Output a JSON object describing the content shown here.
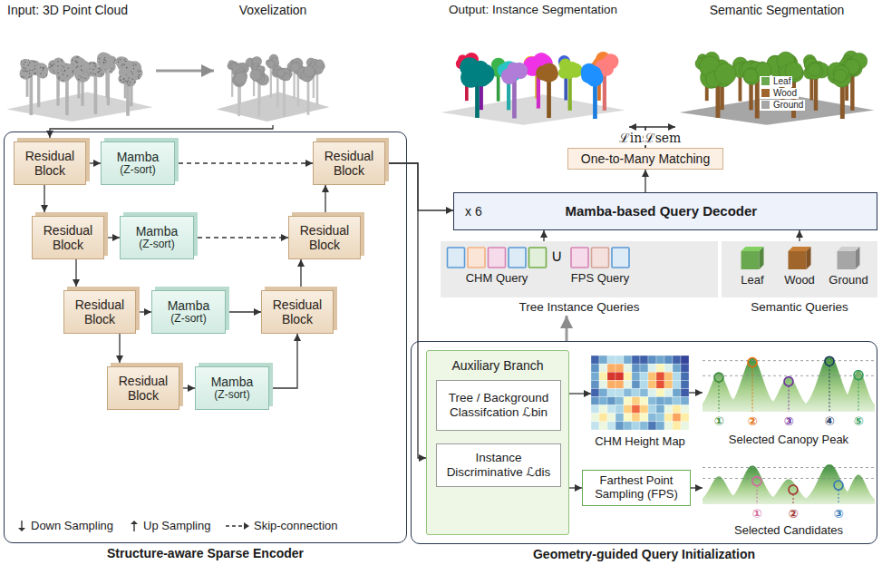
{
  "diagram": {
    "nodes": [
      {
        "text": [
          "Input: 3D Point Cloud"
        ]
      },
      {
        "text": [
          "Voxelization"
        ]
      },
      {
        "text": [
          "Output: Instance Segmentation"
        ]
      },
      {
        "text": [
          "Semantic Segmentation"
        ]
      },
      {
        "text": [
          "Structure-aware Sparse Encoder"
        ]
      },
      {
        "text": [
          "Residual Block"
        ],
        "in": 4
      },
      {
        "text": [
          "Mamba",
          "(Z-sort)"
        ],
        "in": 4
      },
      {
        "text": [
          "Residual Block"
        ],
        "in": 4
      },
      {
        "text": [
          "Residual Block"
        ],
        "in": 4
      },
      {
        "text": [
          "Mamba",
          "(Z-sort)"
        ],
        "in": 4
      },
      {
        "text": [
          "Residual Block"
        ],
        "in": 4
      },
      {
        "text": [
          "Residual Block"
        ],
        "in": 4
      },
      {
        "text": [
          "Mamba",
          "(Z-sort)"
        ],
        "in": 4
      },
      {
        "text": [
          "Residual Block"
        ],
        "in": 4
      },
      {
        "text": [
          "Residual Block"
        ],
        "in": 4
      },
      {
        "text": [
          "Mamba",
          "(Z-sort)"
        ],
        "in": 4
      },
      {
        "text": [
          "One-to-Many Matching"
        ]
      },
      {
        "text": [
          "x 6",
          "Mamba-based Query Decoder"
        ]
      },
      {
        "text": [
          "Tree Instance Queries"
        ]
      },
      {
        "text": [
          "CHM Query"
        ],
        "in": 18
      },
      {
        "text": [
          "FPS Query"
        ],
        "in": 18
      },
      {
        "text": [
          "Semantic Queries"
        ]
      },
      {
        "text": [
          "Leaf"
        ],
        "in": 21
      },
      {
        "text": [
          "Wood"
        ],
        "in": 21
      },
      {
        "text": [
          "Ground"
        ],
        "in": 21
      },
      {
        "text": [
          "Geometry-guided Query Initialization"
        ]
      },
      {
        "text": [
          "Auxiliary Branch"
        ],
        "in": 25
      },
      {
        "text": [
          "Tree / Background Classifcation ℒbin"
        ],
        "in": 26
      },
      {
        "text": [
          "Instance Discriminative ℒdis"
        ],
        "in": 26
      },
      {
        "text": [
          "CHM Height Map"
        ],
        "in": 25
      },
      {
        "text": [
          "Selected Canopy Peak"
        ],
        "in": 25
      },
      {
        "text": [
          "Farthest Point Sampling (FPS)"
        ],
        "in": 25
      },
      {
        "text": [
          "Selected Candidates"
        ],
        "in": 25
      }
    ],
    "edges": [
      {
        "from": 0,
        "to": 1,
        "arrow": "to"
      },
      {
        "from": 1,
        "to": 5,
        "arrow": "to"
      },
      {
        "from": 5,
        "to": 6,
        "arrow": "to"
      },
      {
        "from": 6,
        "to": 7,
        "arrow": "to"
      },
      {
        "from": 5,
        "to": 8,
        "arrow": "to"
      },
      {
        "from": 8,
        "to": 9,
        "arrow": "to"
      },
      {
        "from": 9,
        "to": 10,
        "arrow": "to"
      },
      {
        "from": 8,
        "to": 11,
        "arrow": "to"
      },
      {
        "from": 11,
        "to": 12,
        "arrow": "to"
      },
      {
        "from": 12,
        "to": 13,
        "arrow": "to"
      },
      {
        "from": 11,
        "to": 14,
        "arrow": "to"
      },
      {
        "from": 14,
        "to": 15,
        "arrow": "to"
      },
      {
        "from": 15,
        "to": 13,
        "arrow": "to"
      },
      {
        "from": 13,
        "to": 10,
        "arrow": "to"
      },
      {
        "from": 10,
        "to": 7,
        "arrow": "to"
      },
      {
        "from": 7,
        "to": 17,
        "arrow": "to"
      },
      {
        "from": 7,
        "to": 26,
        "arrow": "to"
      },
      {
        "from": 18,
        "to": 17,
        "arrow": "to"
      },
      {
        "from": 21,
        "to": 17,
        "arrow": "to"
      },
      {
        "from": 17,
        "to": 16,
        "arrow": "to"
      },
      {
        "from": 16,
        "to": 2,
        "label": "ℒins",
        "arrow": "to"
      },
      {
        "from": 16,
        "to": 3,
        "label": "ℒsem",
        "arrow": "to"
      },
      {
        "from": 25,
        "to": 18,
        "arrow": "to"
      },
      {
        "from": 26,
        "to": 29,
        "arrow": "to"
      },
      {
        "from": 29,
        "to": 30,
        "arrow": "to"
      },
      {
        "from": 26,
        "to": 31,
        "arrow": "to"
      },
      {
        "from": 31,
        "to": 32,
        "arrow": "to"
      }
    ],
    "labels": [
      "∪",
      "①",
      "②",
      "③",
      "④",
      "⑤",
      "①",
      "②",
      "③"
    ],
    "legend": [
      {
        "text": "Leaf",
        "color": "#6aa84f"
      },
      {
        "text": "Wood",
        "color": "#a0652b"
      },
      {
        "text": "Ground",
        "color": "#a6a6a6"
      },
      {
        "text": "Down Sampling"
      },
      {
        "text": "Up Sampling"
      },
      {
        "text": "Skip-connection"
      }
    ]
  }
}
